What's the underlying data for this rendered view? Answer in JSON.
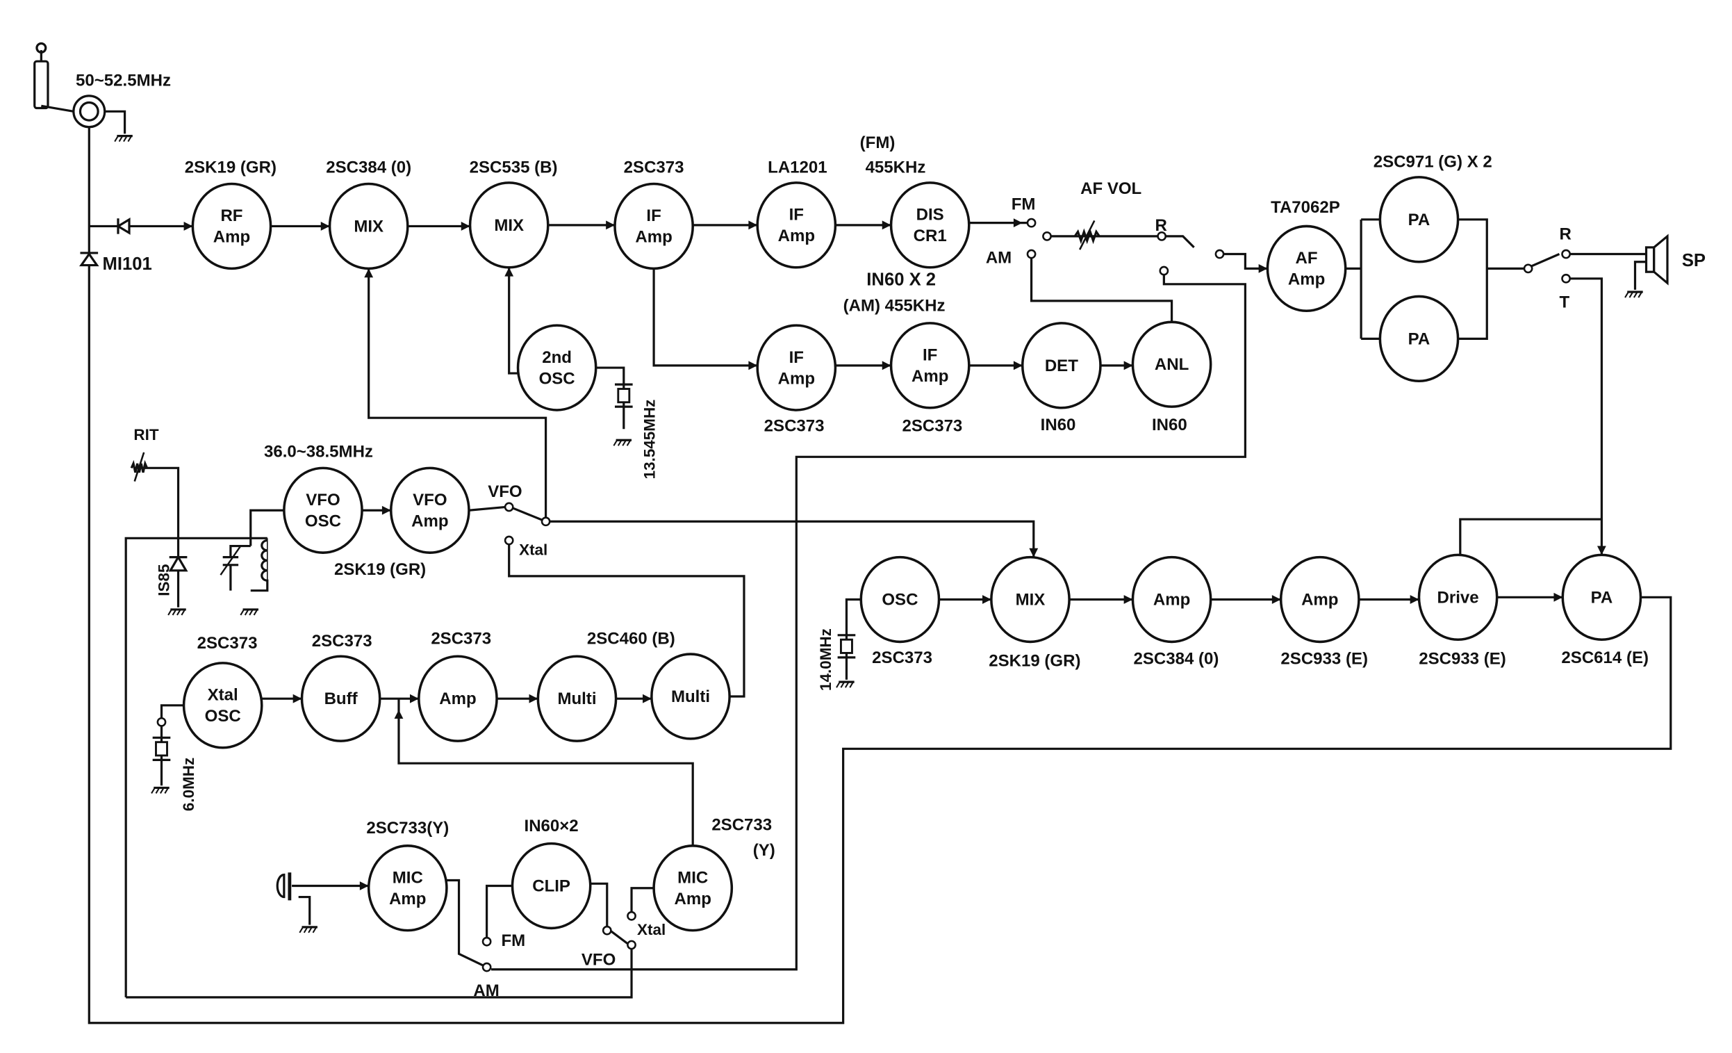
{
  "blocks": {
    "rf_amp": {
      "lines": [
        "RF",
        "Amp"
      ],
      "part": "2SK19 (GR)"
    },
    "mix1": {
      "lines": [
        "MIX"
      ],
      "part": "2SC384 (0)"
    },
    "mix2": {
      "lines": [
        "MIX"
      ],
      "part": "2SC535 (B)"
    },
    "if1": {
      "lines": [
        "IF",
        "Amp"
      ],
      "part": "2SC373"
    },
    "if2": {
      "lines": [
        "IF",
        "Amp"
      ],
      "part": "LA1201"
    },
    "discri": {
      "lines": [
        "DIS",
        "CR1"
      ],
      "part": "455KHz"
    },
    "osc2": {
      "lines": [
        "2nd",
        "OSC"
      ],
      "part": ""
    },
    "if3": {
      "lines": [
        "IF",
        "Amp"
      ],
      "part": "2SC373"
    },
    "if4": {
      "lines": [
        "IF",
        "Amp"
      ],
      "part": "2SC373"
    },
    "det": {
      "lines": [
        "DET"
      ],
      "part": "IN60"
    },
    "anl": {
      "lines": [
        "ANL"
      ],
      "part": "IN60"
    },
    "af_amp": {
      "lines": [
        "AF",
        "Amp"
      ],
      "part": "TA7062P"
    },
    "pa1": {
      "lines": [
        "PA"
      ],
      "part": ""
    },
    "pa2": {
      "lines": [
        "PA"
      ],
      "part": ""
    },
    "vfo_osc": {
      "lines": [
        "VFO",
        "OSC"
      ],
      "part": ""
    },
    "vfo_amp": {
      "lines": [
        "VFO",
        "Amp"
      ],
      "part": ""
    },
    "xtal_osc": {
      "lines": [
        "Xtal",
        "OSC"
      ],
      "part": "2SC373"
    },
    "buff": {
      "lines": [
        "Buff"
      ],
      "part": "2SC373"
    },
    "amp_x": {
      "lines": [
        "Amp"
      ],
      "part": "2SC373"
    },
    "multi1": {
      "lines": [
        "Multi"
      ],
      "part": ""
    },
    "multi2": {
      "lines": [
        "Multi"
      ],
      "part": ""
    },
    "mic_amp1": {
      "lines": [
        "MIC",
        "Amp"
      ],
      "part": "2SC733(Y)"
    },
    "clip": {
      "lines": [
        "CLIP"
      ],
      "part": "IN60×2"
    },
    "mic_amp2": {
      "lines": [
        "MIC",
        "Amp"
      ],
      "part": "2SC733"
    },
    "osc_tx": {
      "lines": [
        "OSC"
      ],
      "part": "2SC373"
    },
    "mix_tx": {
      "lines": [
        "MIX"
      ],
      "part": "2SK19 (GR)"
    },
    "amp_tx1": {
      "lines": [
        "Amp"
      ],
      "part": "2SC384 (0)"
    },
    "amp_tx2": {
      "lines": [
        "Amp"
      ],
      "part": "2SC933 (E)"
    },
    "drive": {
      "lines": [
        "Drive"
      ],
      "part": "2SC933 (E)"
    },
    "pa_tx": {
      "lines": [
        "PA"
      ],
      "part": "2SC614 (E)"
    }
  },
  "labels": {
    "band": "50~52.5MHz",
    "diode": "MI101",
    "fm_if": "(FM)",
    "discri_diodes": "IN60 X 2",
    "am_if": "(AM) 455KHz",
    "crystal_2nd": "13.545MHz",
    "fm": "FM",
    "am": "AM",
    "af_vol": "AF VOL",
    "r1": "R",
    "pa_part": "2SC971 (G) X 2",
    "r2": "R",
    "t": "T",
    "sp": "SP",
    "rit": "RIT",
    "vfo_range": "36.0~38.5MHz",
    "vfo_part": "2SK19 (GR)",
    "vfo": "VFO",
    "xtal": "Xtal",
    "varicap": "IS85",
    "multi_part": "2SC460 (B)",
    "crystal_6": "6.0MHz",
    "mic2_y": "(Y)",
    "mic_fm": "FM",
    "mic_vfo": "VFO",
    "mic_xtal": "Xtal",
    "mic_am": "AM",
    "crystal_14": "14.0MHz"
  }
}
